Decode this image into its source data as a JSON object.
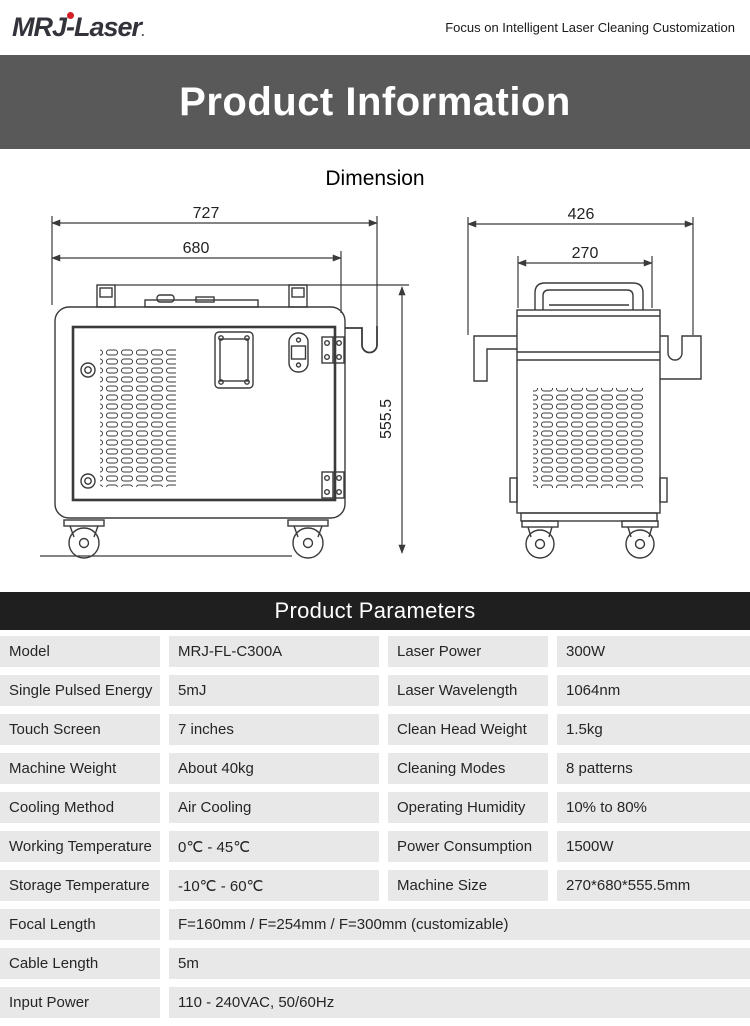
{
  "header": {
    "logo_text": "MRJ-Laser",
    "logo_mark": ".",
    "tagline": "Focus on Intelligent Laser Cleaning Customization"
  },
  "info_banner": {
    "title": "Product Information"
  },
  "dimension_section": {
    "heading": "Dimension",
    "front_view": {
      "outer_width": "727",
      "inner_width": "680",
      "height": "555.5"
    },
    "side_view": {
      "outer_width": "426",
      "inner_width": "270"
    }
  },
  "parameters": {
    "heading": "Product Parameters",
    "rows": [
      {
        "label": "Model",
        "value": "MRJ-FL-C300A",
        "label2": "Laser Power",
        "value2": "300W"
      },
      {
        "label": "Single Pulsed Energy",
        "value": "5mJ",
        "label2": "Laser Wavelength",
        "value2": "1064nm"
      },
      {
        "label": "Touch Screen",
        "value": "7 inches",
        "label2": "Clean Head Weight",
        "value2": "1.5kg"
      },
      {
        "label": "Machine Weight",
        "value": "About 40kg",
        "label2": "Cleaning Modes",
        "value2": "8 patterns"
      },
      {
        "label": "Cooling Method",
        "value": "Air Cooling",
        "label2": "Operating Humidity",
        "value2": "10% to 80%"
      },
      {
        "label": "Working Temperature",
        "value": "0℃ - 45℃",
        "label2": "Power Consumption",
        "value2": "1500W"
      },
      {
        "label": "Storage Temperature",
        "value": "-10℃ - 60℃",
        "label2": "Machine Size",
        "value2": "270*680*555.5mm"
      }
    ],
    "full_rows": [
      {
        "label": "Focal Length",
        "value": "F=160mm / F=254mm / F=300mm (customizable)"
      },
      {
        "label": "Cable Length",
        "value": "5m"
      },
      {
        "label": "Input Power",
        "value": "110 - 240VAC, 50/60Hz"
      }
    ]
  },
  "colors": {
    "logo_dark": "#33333b",
    "logo_red": "#d51f26",
    "info_banner_bg": "#595959",
    "params_banner_bg": "#1f1f1f",
    "table_cell_bg": "#e8e8e8",
    "drawing_line": "#3a3a3a"
  }
}
